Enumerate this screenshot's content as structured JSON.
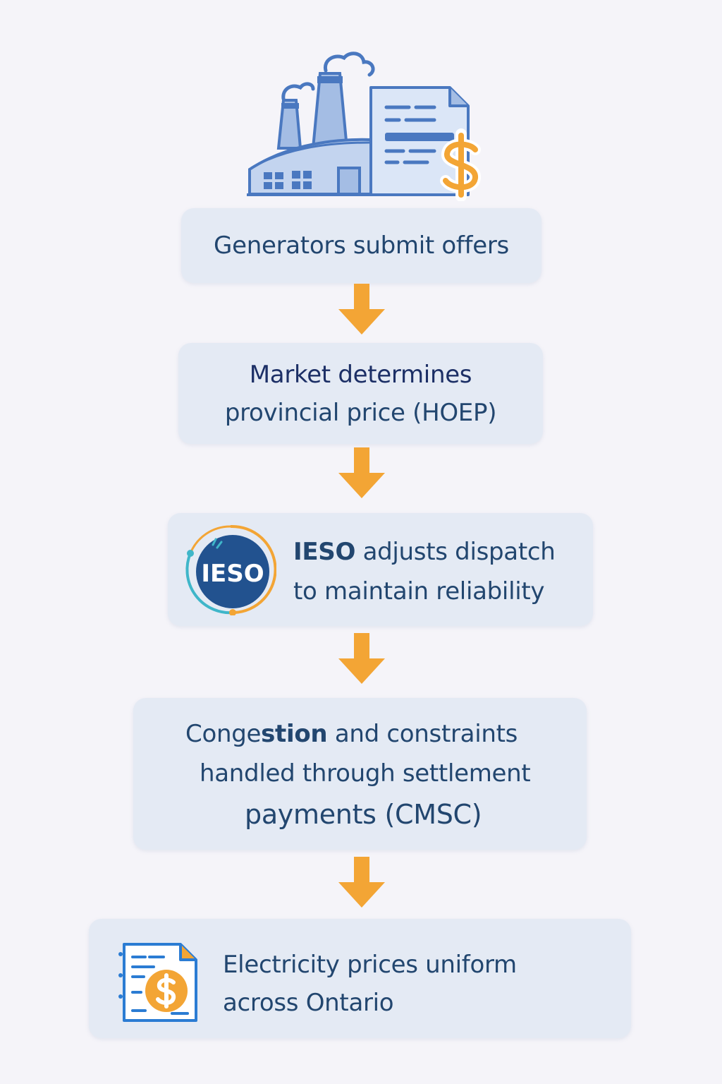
{
  "steps": [
    {
      "line1": "Generators submit offers"
    },
    {
      "line1": "Market determines",
      "line2": "provincial price (HOEP)"
    },
    {
      "line1_bold": "IESO",
      "line1_rest": " adjusts dispatch",
      "line2": "to maintain reliability"
    },
    {
      "line1_a": "Conge",
      "line1_b": "stion",
      "line1_c": " and constraints",
      "line2": "handled through settlement",
      "line3": "payments (CMSC)"
    },
    {
      "line1": "Electricity prices uniform",
      "line2": "across Ontario"
    }
  ],
  "logo": {
    "text": "IESO"
  },
  "icons": {
    "factory": "factory-icon",
    "offer_document": "document-dollar-icon",
    "ieso_logo": "ieso-logo-icon",
    "bill": "bill-dollar-icon",
    "arrow": "arrow-down-icon"
  },
  "colors": {
    "box": "#e4eaf4",
    "text": "#22466f",
    "arrow": "#f3a535",
    "icon_blue": "#4a78c0",
    "ieso_navy": "#22528f"
  }
}
